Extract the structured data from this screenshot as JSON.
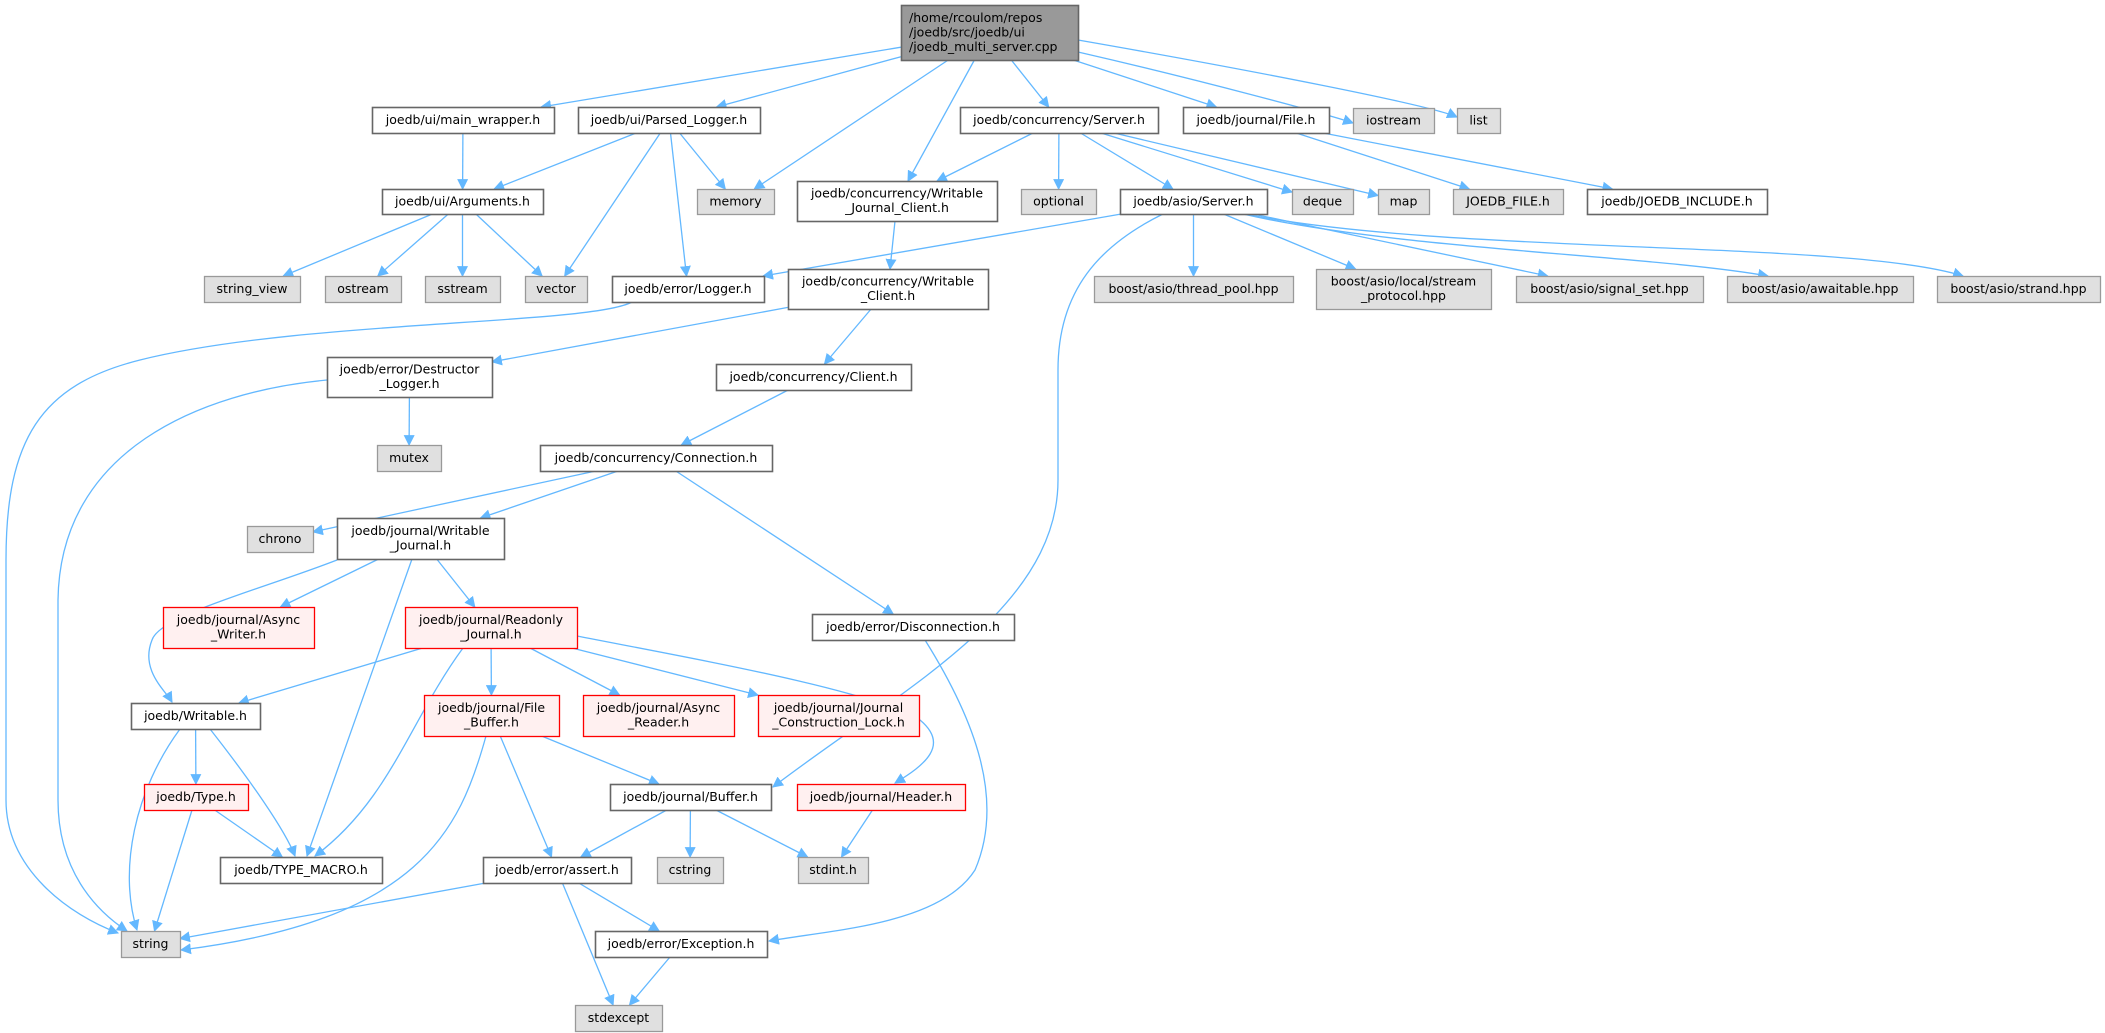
{
  "graph": {
    "type": "include-dependency-graph",
    "colors": {
      "edge": "#63b8ff",
      "root_fill": "#999999",
      "root_border": "#666666",
      "documented_fill": "#ffffff",
      "documented_border": "#666666",
      "system_fill": "#e0e0e0",
      "system_border": "#999999",
      "truncated_fill": "#fff0f0",
      "truncated_border": "#ff0000"
    },
    "nodes": [
      {
        "id": "root",
        "kind": "root",
        "lines": [
          "/home/rcoulom/repos",
          "/joedb/src/joedb/ui",
          "/joedb_multi_server.cpp"
        ]
      },
      {
        "id": "main_wrapper",
        "kind": "documented",
        "lines": [
          "joedb/ui/main_wrapper.h"
        ]
      },
      {
        "id": "parsed_logger",
        "kind": "documented",
        "lines": [
          "joedb/ui/Parsed_Logger.h"
        ]
      },
      {
        "id": "conc_server",
        "kind": "documented",
        "lines": [
          "joedb/concurrency/Server.h"
        ]
      },
      {
        "id": "journal_file",
        "kind": "documented",
        "lines": [
          "joedb/journal/File.h"
        ]
      },
      {
        "id": "iostream",
        "kind": "system",
        "lines": [
          "iostream"
        ]
      },
      {
        "id": "list",
        "kind": "system",
        "lines": [
          "list"
        ]
      },
      {
        "id": "arguments",
        "kind": "documented",
        "lines": [
          "joedb/ui/Arguments.h"
        ]
      },
      {
        "id": "memory",
        "kind": "system",
        "lines": [
          "memory"
        ]
      },
      {
        "id": "writable_journal_client",
        "kind": "documented",
        "lines": [
          "joedb/concurrency/Writable",
          "_Journal_Client.h"
        ]
      },
      {
        "id": "optional",
        "kind": "system",
        "lines": [
          "optional"
        ]
      },
      {
        "id": "asio_server",
        "kind": "documented",
        "lines": [
          "joedb/asio/Server.h"
        ]
      },
      {
        "id": "deque",
        "kind": "system",
        "lines": [
          "deque"
        ]
      },
      {
        "id": "map",
        "kind": "system",
        "lines": [
          "map"
        ]
      },
      {
        "id": "joedb_file",
        "kind": "system",
        "lines": [
          "JOEDB_FILE.h"
        ]
      },
      {
        "id": "joedb_include",
        "kind": "documented",
        "lines": [
          "joedb/JOEDB_INCLUDE.h"
        ]
      },
      {
        "id": "string_view",
        "kind": "system",
        "lines": [
          "string_view"
        ]
      },
      {
        "id": "ostream",
        "kind": "system",
        "lines": [
          "ostream"
        ]
      },
      {
        "id": "sstream",
        "kind": "system",
        "lines": [
          "sstream"
        ]
      },
      {
        "id": "vector",
        "kind": "system",
        "lines": [
          "vector"
        ]
      },
      {
        "id": "logger",
        "kind": "documented",
        "lines": [
          "joedb/error/Logger.h"
        ]
      },
      {
        "id": "writable_client",
        "kind": "documented",
        "lines": [
          "joedb/concurrency/Writable",
          "_Client.h"
        ]
      },
      {
        "id": "thread_pool",
        "kind": "system",
        "lines": [
          "boost/asio/thread_pool.hpp"
        ]
      },
      {
        "id": "stream_protocol",
        "kind": "system",
        "lines": [
          "boost/asio/local/stream",
          "_protocol.hpp"
        ]
      },
      {
        "id": "signal_set",
        "kind": "system",
        "lines": [
          "boost/asio/signal_set.hpp"
        ]
      },
      {
        "id": "awaitable",
        "kind": "system",
        "lines": [
          "boost/asio/awaitable.hpp"
        ]
      },
      {
        "id": "strand",
        "kind": "system",
        "lines": [
          "boost/asio/strand.hpp"
        ]
      },
      {
        "id": "destructor_logger",
        "kind": "documented",
        "lines": [
          "joedb/error/Destructor",
          "_Logger.h"
        ]
      },
      {
        "id": "client",
        "kind": "documented",
        "lines": [
          "joedb/concurrency/Client.h"
        ]
      },
      {
        "id": "mutex",
        "kind": "system",
        "lines": [
          "mutex"
        ]
      },
      {
        "id": "connection",
        "kind": "documented",
        "lines": [
          "joedb/concurrency/Connection.h"
        ]
      },
      {
        "id": "chrono",
        "kind": "system",
        "lines": [
          "chrono"
        ]
      },
      {
        "id": "writable_journal",
        "kind": "documented",
        "lines": [
          "joedb/journal/Writable",
          "_Journal.h"
        ]
      },
      {
        "id": "async_writer",
        "kind": "truncated",
        "lines": [
          "joedb/journal/Async",
          "_Writer.h"
        ]
      },
      {
        "id": "readonly_journal",
        "kind": "truncated",
        "lines": [
          "joedb/journal/Readonly",
          "_Journal.h"
        ]
      },
      {
        "id": "disconnection",
        "kind": "documented",
        "lines": [
          "joedb/error/Disconnection.h"
        ]
      },
      {
        "id": "writable",
        "kind": "documented",
        "lines": [
          "joedb/Writable.h"
        ]
      },
      {
        "id": "file_buffer",
        "kind": "truncated",
        "lines": [
          "joedb/journal/File",
          "_Buffer.h"
        ]
      },
      {
        "id": "async_reader",
        "kind": "truncated",
        "lines": [
          "joedb/journal/Async",
          "_Reader.h"
        ]
      },
      {
        "id": "construction_lock",
        "kind": "truncated",
        "lines": [
          "joedb/journal/Journal",
          "_Construction_Lock.h"
        ]
      },
      {
        "id": "type",
        "kind": "truncated",
        "lines": [
          "joedb/Type.h"
        ]
      },
      {
        "id": "buffer",
        "kind": "documented",
        "lines": [
          "joedb/journal/Buffer.h"
        ]
      },
      {
        "id": "header",
        "kind": "truncated",
        "lines": [
          "joedb/journal/Header.h"
        ]
      },
      {
        "id": "type_macro",
        "kind": "documented",
        "lines": [
          "joedb/TYPE_MACRO.h"
        ]
      },
      {
        "id": "assert",
        "kind": "documented",
        "lines": [
          "joedb/error/assert.h"
        ]
      },
      {
        "id": "cstring",
        "kind": "system",
        "lines": [
          "cstring"
        ]
      },
      {
        "id": "stdint",
        "kind": "system",
        "lines": [
          "stdint.h"
        ]
      },
      {
        "id": "string",
        "kind": "system",
        "lines": [
          "string"
        ]
      },
      {
        "id": "exception",
        "kind": "documented",
        "lines": [
          "joedb/error/Exception.h"
        ]
      },
      {
        "id": "stdexcept",
        "kind": "system",
        "lines": [
          "stdexcept"
        ]
      }
    ],
    "edges": [
      [
        "root",
        "main_wrapper"
      ],
      [
        "root",
        "parsed_logger"
      ],
      [
        "root",
        "memory"
      ],
      [
        "root",
        "writable_journal_client"
      ],
      [
        "root",
        "conc_server"
      ],
      [
        "root",
        "journal_file"
      ],
      [
        "root",
        "iostream"
      ],
      [
        "root",
        "list"
      ],
      [
        "main_wrapper",
        "arguments"
      ],
      [
        "parsed_logger",
        "arguments"
      ],
      [
        "parsed_logger",
        "vector"
      ],
      [
        "parsed_logger",
        "logger"
      ],
      [
        "parsed_logger",
        "memory"
      ],
      [
        "arguments",
        "string_view"
      ],
      [
        "arguments",
        "ostream"
      ],
      [
        "arguments",
        "sstream"
      ],
      [
        "arguments",
        "vector"
      ],
      [
        "conc_server",
        "writable_journal_client"
      ],
      [
        "conc_server",
        "optional"
      ],
      [
        "conc_server",
        "asio_server"
      ],
      [
        "conc_server",
        "deque"
      ],
      [
        "conc_server",
        "map"
      ],
      [
        "journal_file",
        "joedb_file"
      ],
      [
        "journal_file",
        "joedb_include"
      ],
      [
        "asio_server",
        "logger"
      ],
      [
        "asio_server",
        "buffer"
      ],
      [
        "asio_server",
        "thread_pool"
      ],
      [
        "asio_server",
        "stream_protocol"
      ],
      [
        "asio_server",
        "signal_set"
      ],
      [
        "asio_server",
        "awaitable"
      ],
      [
        "asio_server",
        "strand"
      ],
      [
        "writable_journal_client",
        "writable_client"
      ],
      [
        "writable_client",
        "destructor_logger"
      ],
      [
        "writable_client",
        "client"
      ],
      [
        "logger",
        "string"
      ],
      [
        "destructor_logger",
        "mutex"
      ],
      [
        "destructor_logger",
        "string"
      ],
      [
        "client",
        "connection"
      ],
      [
        "connection",
        "chrono"
      ],
      [
        "connection",
        "writable_journal"
      ],
      [
        "connection",
        "disconnection"
      ],
      [
        "writable_journal",
        "async_writer"
      ],
      [
        "writable_journal",
        "readonly_journal"
      ],
      [
        "writable_journal",
        "writable"
      ],
      [
        "writable_journal",
        "type_macro"
      ],
      [
        "readonly_journal",
        "writable"
      ],
      [
        "readonly_journal",
        "type_macro"
      ],
      [
        "readonly_journal",
        "file_buffer"
      ],
      [
        "readonly_journal",
        "async_reader"
      ],
      [
        "readonly_journal",
        "construction_lock"
      ],
      [
        "readonly_journal",
        "header"
      ],
      [
        "disconnection",
        "exception"
      ],
      [
        "writable",
        "type"
      ],
      [
        "writable",
        "type_macro"
      ],
      [
        "writable",
        "string"
      ],
      [
        "type",
        "type_macro"
      ],
      [
        "type",
        "string"
      ],
      [
        "file_buffer",
        "string"
      ],
      [
        "file_buffer",
        "assert"
      ],
      [
        "file_buffer",
        "buffer"
      ],
      [
        "buffer",
        "assert"
      ],
      [
        "buffer",
        "cstring"
      ],
      [
        "buffer",
        "stdint"
      ],
      [
        "header",
        "stdint"
      ],
      [
        "assert",
        "string"
      ],
      [
        "assert",
        "exception"
      ],
      [
        "assert",
        "stdexcept"
      ],
      [
        "exception",
        "stdexcept"
      ]
    ]
  }
}
